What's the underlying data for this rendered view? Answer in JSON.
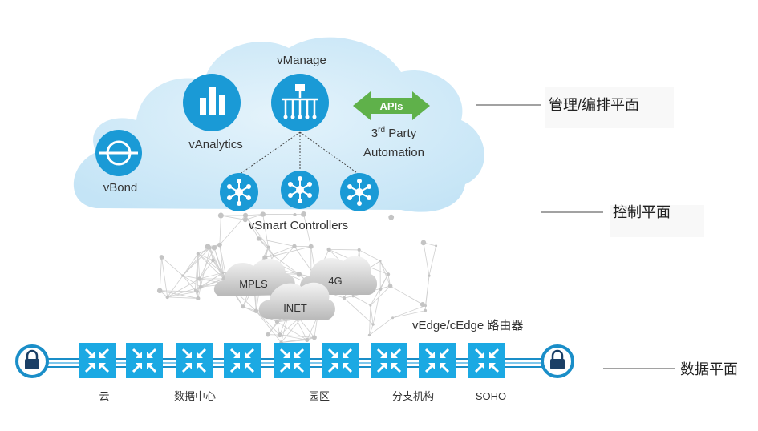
{
  "diagram": {
    "cloud_labels": {
      "vmanage": "vManage",
      "vanalytics": "vAnalytics",
      "vbond": "vBond",
      "apis": "APIs",
      "third_party_prefix": "3",
      "third_party_sup": "rd",
      "third_party_suffix": " Party",
      "automation": "Automation",
      "vsmart": "vSmart Controllers"
    },
    "planes": {
      "management": "管理/编排平面",
      "control": "控制平面",
      "data": "数据平面"
    },
    "transport_clouds": {
      "mpls": "MPLS",
      "four_g": "4G",
      "inet": "INET"
    },
    "edge_router_label": "vEdge/cEdge 路由器",
    "edge_categories": {
      "cloud": "云",
      "datacenter": "数据中心",
      "campus": "园区",
      "branch": "分支机构",
      "soho": "SOHO"
    },
    "colors": {
      "accent_blue": "#1a9ad6",
      "cloud_light": "#d2ebf8",
      "api_green": "#5fb14a",
      "router_blue": "#1ba9e3",
      "mesh_gray": "#c9c9c9"
    },
    "icons": {
      "vbond": "vbond-icon",
      "vanalytics": "bar-chart-icon",
      "vmanage": "hierarchy-icon",
      "vsmart": "hub-icon",
      "router": "router-icon",
      "lock": "lock-icon"
    }
  }
}
